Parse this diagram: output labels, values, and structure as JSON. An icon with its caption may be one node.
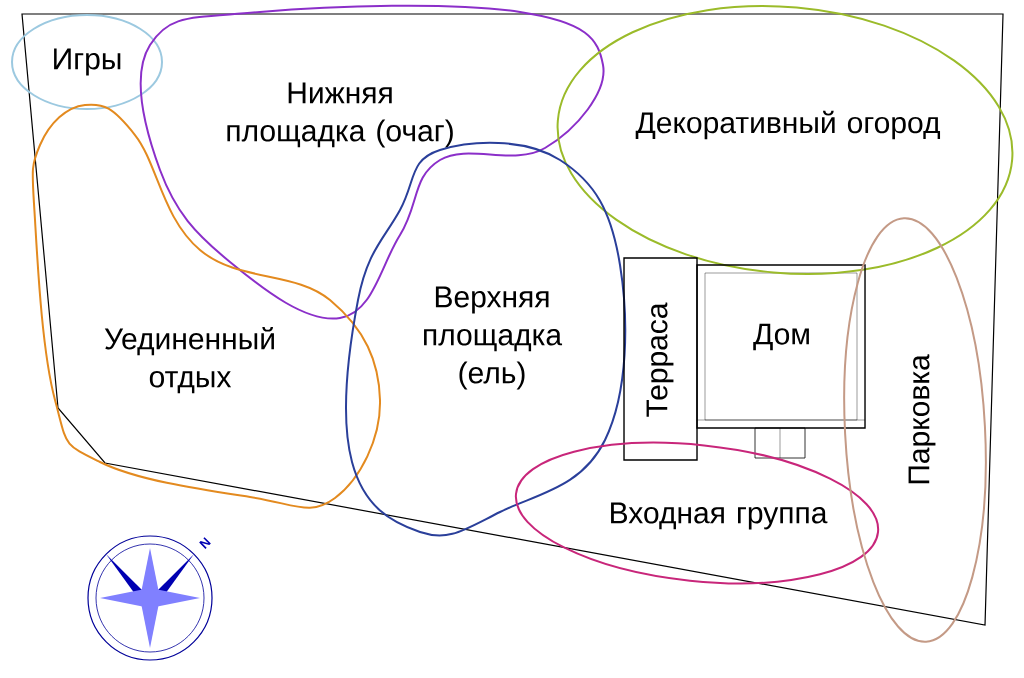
{
  "diagram": {
    "nodes": [
      {
        "text": [
          "Игры"
        ]
      },
      {
        "text": [
          "Нижняя площадка (очаг)"
        ]
      },
      {
        "text": [
          "Декоративный огород"
        ]
      },
      {
        "text": [
          "Уединенный отдых"
        ]
      },
      {
        "text": [
          "Верхняя площадка (ель)"
        ]
      },
      {
        "text": [
          "Терраса"
        ]
      },
      {
        "text": [
          "Дом"
        ]
      },
      {
        "text": [
          "Входная группа"
        ]
      },
      {
        "text": [
          "Парковка"
        ]
      }
    ],
    "labels": [
      "N"
    ]
  }
}
